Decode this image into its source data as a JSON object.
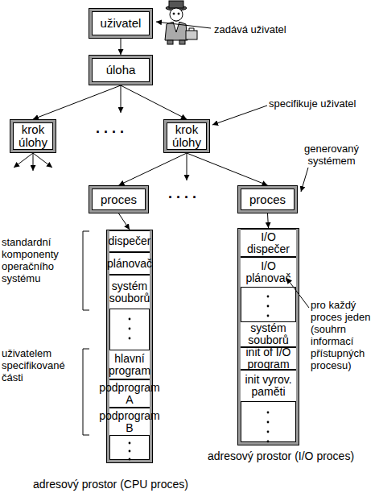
{
  "diagram": {
    "nodes": [
      {
        "text": [
          "uživatel"
        ]
      },
      {
        "text": [
          "úloha"
        ]
      },
      {
        "text": [
          "krok úlohy"
        ]
      },
      {
        "text": [
          "krok úlohy"
        ]
      },
      {
        "text": [
          "proces"
        ]
      },
      {
        "text": [
          "proces"
        ]
      },
      {
        "text": [
          "adresový prostor (CPU proces)"
        ]
      },
      {
        "text": [
          "dispečer"
        ],
        "in": 6
      },
      {
        "text": [
          "plánovač"
        ],
        "in": 6
      },
      {
        "text": [
          "systém souborů"
        ],
        "in": 6
      },
      {
        "text": [
          "hlavní program"
        ],
        "in": 6
      },
      {
        "text": [
          "podprogram A"
        ],
        "in": 6
      },
      {
        "text": [
          "podprogram B"
        ],
        "in": 6
      },
      {
        "text": [
          "adresový prostor (I/O proces)"
        ]
      },
      {
        "text": [
          "I/O dispečer"
        ],
        "in": 13
      },
      {
        "text": [
          "I/O plánovač"
        ],
        "in": 13
      },
      {
        "text": [
          "systém souborů"
        ],
        "in": 13
      },
      {
        "text": [
          "init of I/O program"
        ],
        "in": 13
      },
      {
        "text": [
          "init vyrov. paměti"
        ],
        "in": 13
      }
    ],
    "edges": [
      {
        "from": 0,
        "to": 1,
        "arrow": "to"
      },
      {
        "from": 1,
        "to": 2,
        "arrow": "to"
      },
      {
        "from": 1,
        "to": 3,
        "arrow": "to"
      },
      {
        "from": 3,
        "to": 4,
        "arrow": "to"
      },
      {
        "from": 3,
        "to": 5,
        "arrow": "to"
      },
      {
        "from": 4,
        "to": 6,
        "arrow": "to"
      },
      {
        "from": 5,
        "to": 13,
        "arrow": "to"
      }
    ],
    "labels": [
      "zadává uživatel",
      "specifikuje uživatel",
      "generovaný systémem",
      "standardní komponenty operačního systému",
      "uživatelem specifikované části",
      "pro každý proces jeden (souhrn informací přístupných procesu)",
      ". . . .",
      ". . . ."
    ]
  }
}
